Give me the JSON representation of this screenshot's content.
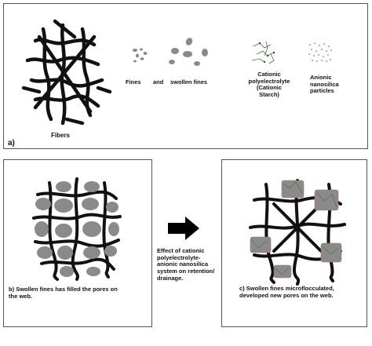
{
  "panel_a": {
    "tag": "a)",
    "fibers_label": "Fibers",
    "fines_label": "Fines",
    "and_label": "and",
    "swollen_label": "swollen fines",
    "cationic_label_1": "Cationic",
    "cationic_label_2": "polyelectrolyte",
    "cationic_label_3": "(Cationic",
    "cationic_label_4": "Starch)",
    "anionic_label_1": "Anionic",
    "anionic_label_2": "nanosilica",
    "anionic_label_3": "particles"
  },
  "panel_b": {
    "tag": "b)",
    "caption_1": "Swollen fines has filled the pores on",
    "caption_2": "the web."
  },
  "arrow": {
    "text_1": "Effect of cationic",
    "text_2": "polyelectrolyte-",
    "text_3": "anionic nanosilica",
    "text_4": "system on retention/",
    "text_5": "drainage."
  },
  "panel_c": {
    "tag": "c)",
    "caption_1": "Swollen fines microflocculated,",
    "caption_2": "developed new pores on the web."
  },
  "colors": {
    "fiber": "#111111",
    "fines": "#8a8a8a",
    "polymer": "#4a6a4a",
    "silica": "#b06a6a",
    "border": "#555555"
  }
}
